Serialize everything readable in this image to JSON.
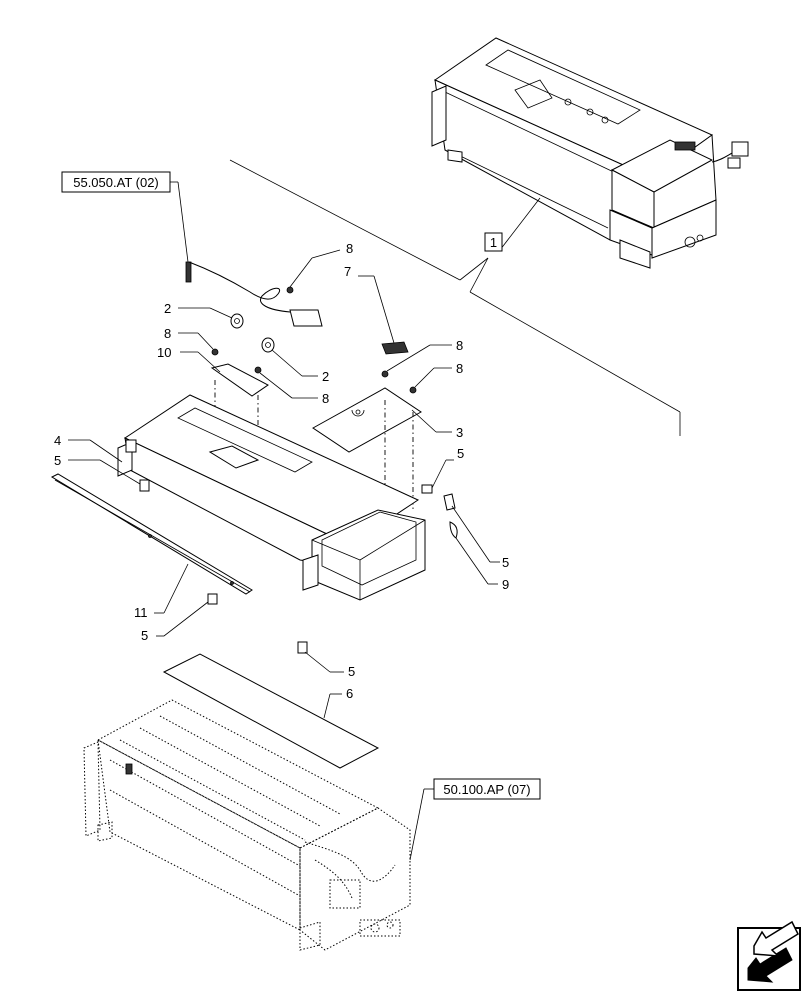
{
  "references": {
    "top": "55.050.AT (02)",
    "bottom": "50.100.AP (07)"
  },
  "callouts": {
    "c1": "1",
    "c2a": "2",
    "c2b": "2",
    "c3": "3",
    "c4": "4",
    "c5a": "5",
    "c5b": "5",
    "c5c": "5",
    "c5d": "5",
    "c5e": "5",
    "c6": "6",
    "c7": "7",
    "c8a": "8",
    "c8b": "8",
    "c8c": "8",
    "c8d": "8",
    "c8e": "8",
    "c9": "9",
    "c10": "10",
    "c11": "11"
  },
  "icons": {
    "nav": "arrow-down-left-icon"
  }
}
